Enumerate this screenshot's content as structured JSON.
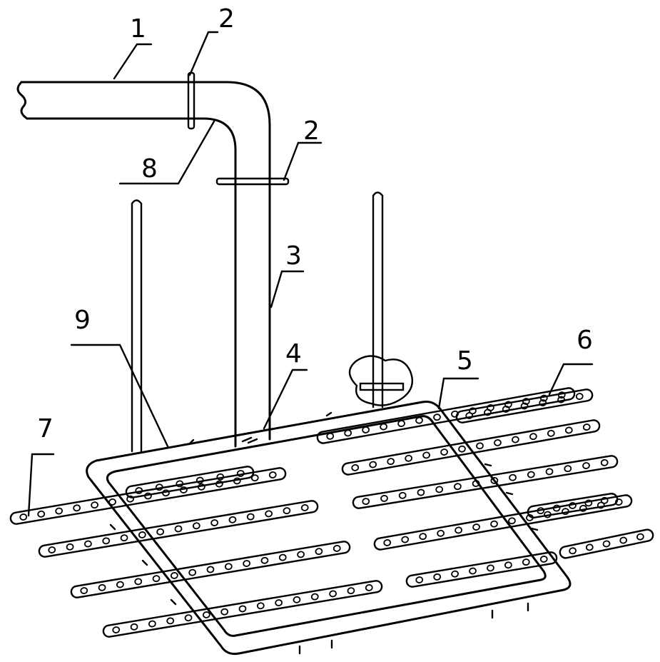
{
  "labels": {
    "l1": "1",
    "l2a": "2",
    "l2b": "2",
    "l3": "3",
    "l4": "4",
    "l5": "5",
    "l6": "6",
    "l7": "7",
    "l8": "8",
    "l9": "9"
  }
}
